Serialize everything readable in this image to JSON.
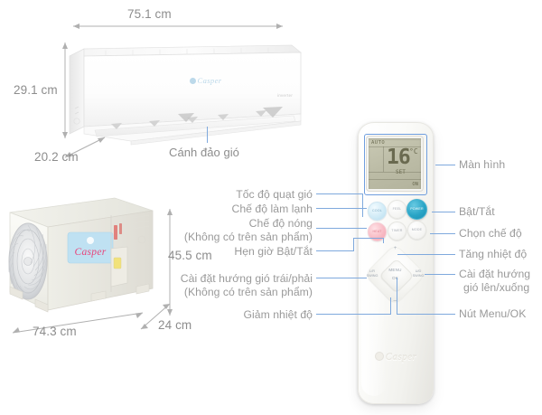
{
  "page": {
    "title": "Casper Air Conditioner Specification Diagram",
    "language": "vi"
  },
  "indoor_unit": {
    "name": "Indoor wall-mounted unit",
    "brand": "Casper",
    "sub_brand": "inverter",
    "dimensions": {
      "width_label": "75.1 cm",
      "height_label": "29.1 cm",
      "depth_label": "20.2 cm"
    },
    "callouts": [
      {
        "id": "swing-louver",
        "label": "Cánh đảo gió"
      }
    ]
  },
  "outdoor_unit": {
    "name": "Outdoor condenser unit",
    "brand": "Casper",
    "dimensions": {
      "width_label": "74.3 cm",
      "height_label": "45.5 cm",
      "depth_label": "24 cm"
    }
  },
  "remote": {
    "name": "Remote control",
    "brand": "Casper",
    "display": {
      "temperature": "16",
      "unit": "°C",
      "top_indicator": "AUTO",
      "mid_indicator": "SET",
      "bottom_indicator": "ON"
    },
    "buttons": [
      {
        "id": "cool",
        "label": "COOL",
        "color": "#cfeaf6"
      },
      {
        "id": "feel",
        "label": "FEEL",
        "color": "#f4f4f2"
      },
      {
        "id": "power",
        "label": "POWER",
        "color": "#2aa5c6"
      },
      {
        "id": "heat",
        "label": "HEAT",
        "color": "#f8b9c3"
      },
      {
        "id": "timer",
        "label": "TIMER",
        "color": "#f4f4f2"
      },
      {
        "id": "mode",
        "label": "MODE",
        "color": "#f4f4f2"
      }
    ],
    "dpad": {
      "plus": "+",
      "minus": "–",
      "menu": "MENU",
      "ok": "OK",
      "left_line1": "L/R",
      "left_line2": "SWING",
      "right_line1": "U/D",
      "right_line2": "SWING"
    }
  },
  "callouts_left": [
    {
      "id": "fan-speed",
      "label": "Tốc độ quạt gió"
    },
    {
      "id": "cool-mode",
      "label": "Chế độ làm lạnh"
    },
    {
      "id": "heat-mode",
      "label": "Chế độ nóng"
    },
    {
      "id": "heat-mode-note",
      "label": "(Không có trên sản phẩm)"
    },
    {
      "id": "timer-on-off",
      "label": "Hẹn giờ Bật/Tắt"
    },
    {
      "id": "lr-swing",
      "label": "Cài đặt hướng gió trái/phải"
    },
    {
      "id": "lr-swing-note",
      "label": "(Không có trên sản phẩm)"
    },
    {
      "id": "temp-down",
      "label": "Giảm nhiệt độ"
    }
  ],
  "callouts_right": [
    {
      "id": "screen",
      "label": "Màn hình"
    },
    {
      "id": "power",
      "label": "Bật/Tắt"
    },
    {
      "id": "mode-select",
      "label": "Chọn chế độ"
    },
    {
      "id": "temp-up",
      "label": "Tăng nhiệt độ"
    },
    {
      "id": "ud-swing-1",
      "label": "Cài đặt hướng"
    },
    {
      "id": "ud-swing-2",
      "label": "gió lên/xuống"
    },
    {
      "id": "menu-ok",
      "label": "Nút Menu/OK"
    }
  ],
  "colors": {
    "lead_line": "#7fa9dd",
    "dimension_text": "#8d8d8d",
    "callout_text": "#9a9a9a",
    "dimension_arrow": "#b0b0b0",
    "background": "#ffffff"
  }
}
